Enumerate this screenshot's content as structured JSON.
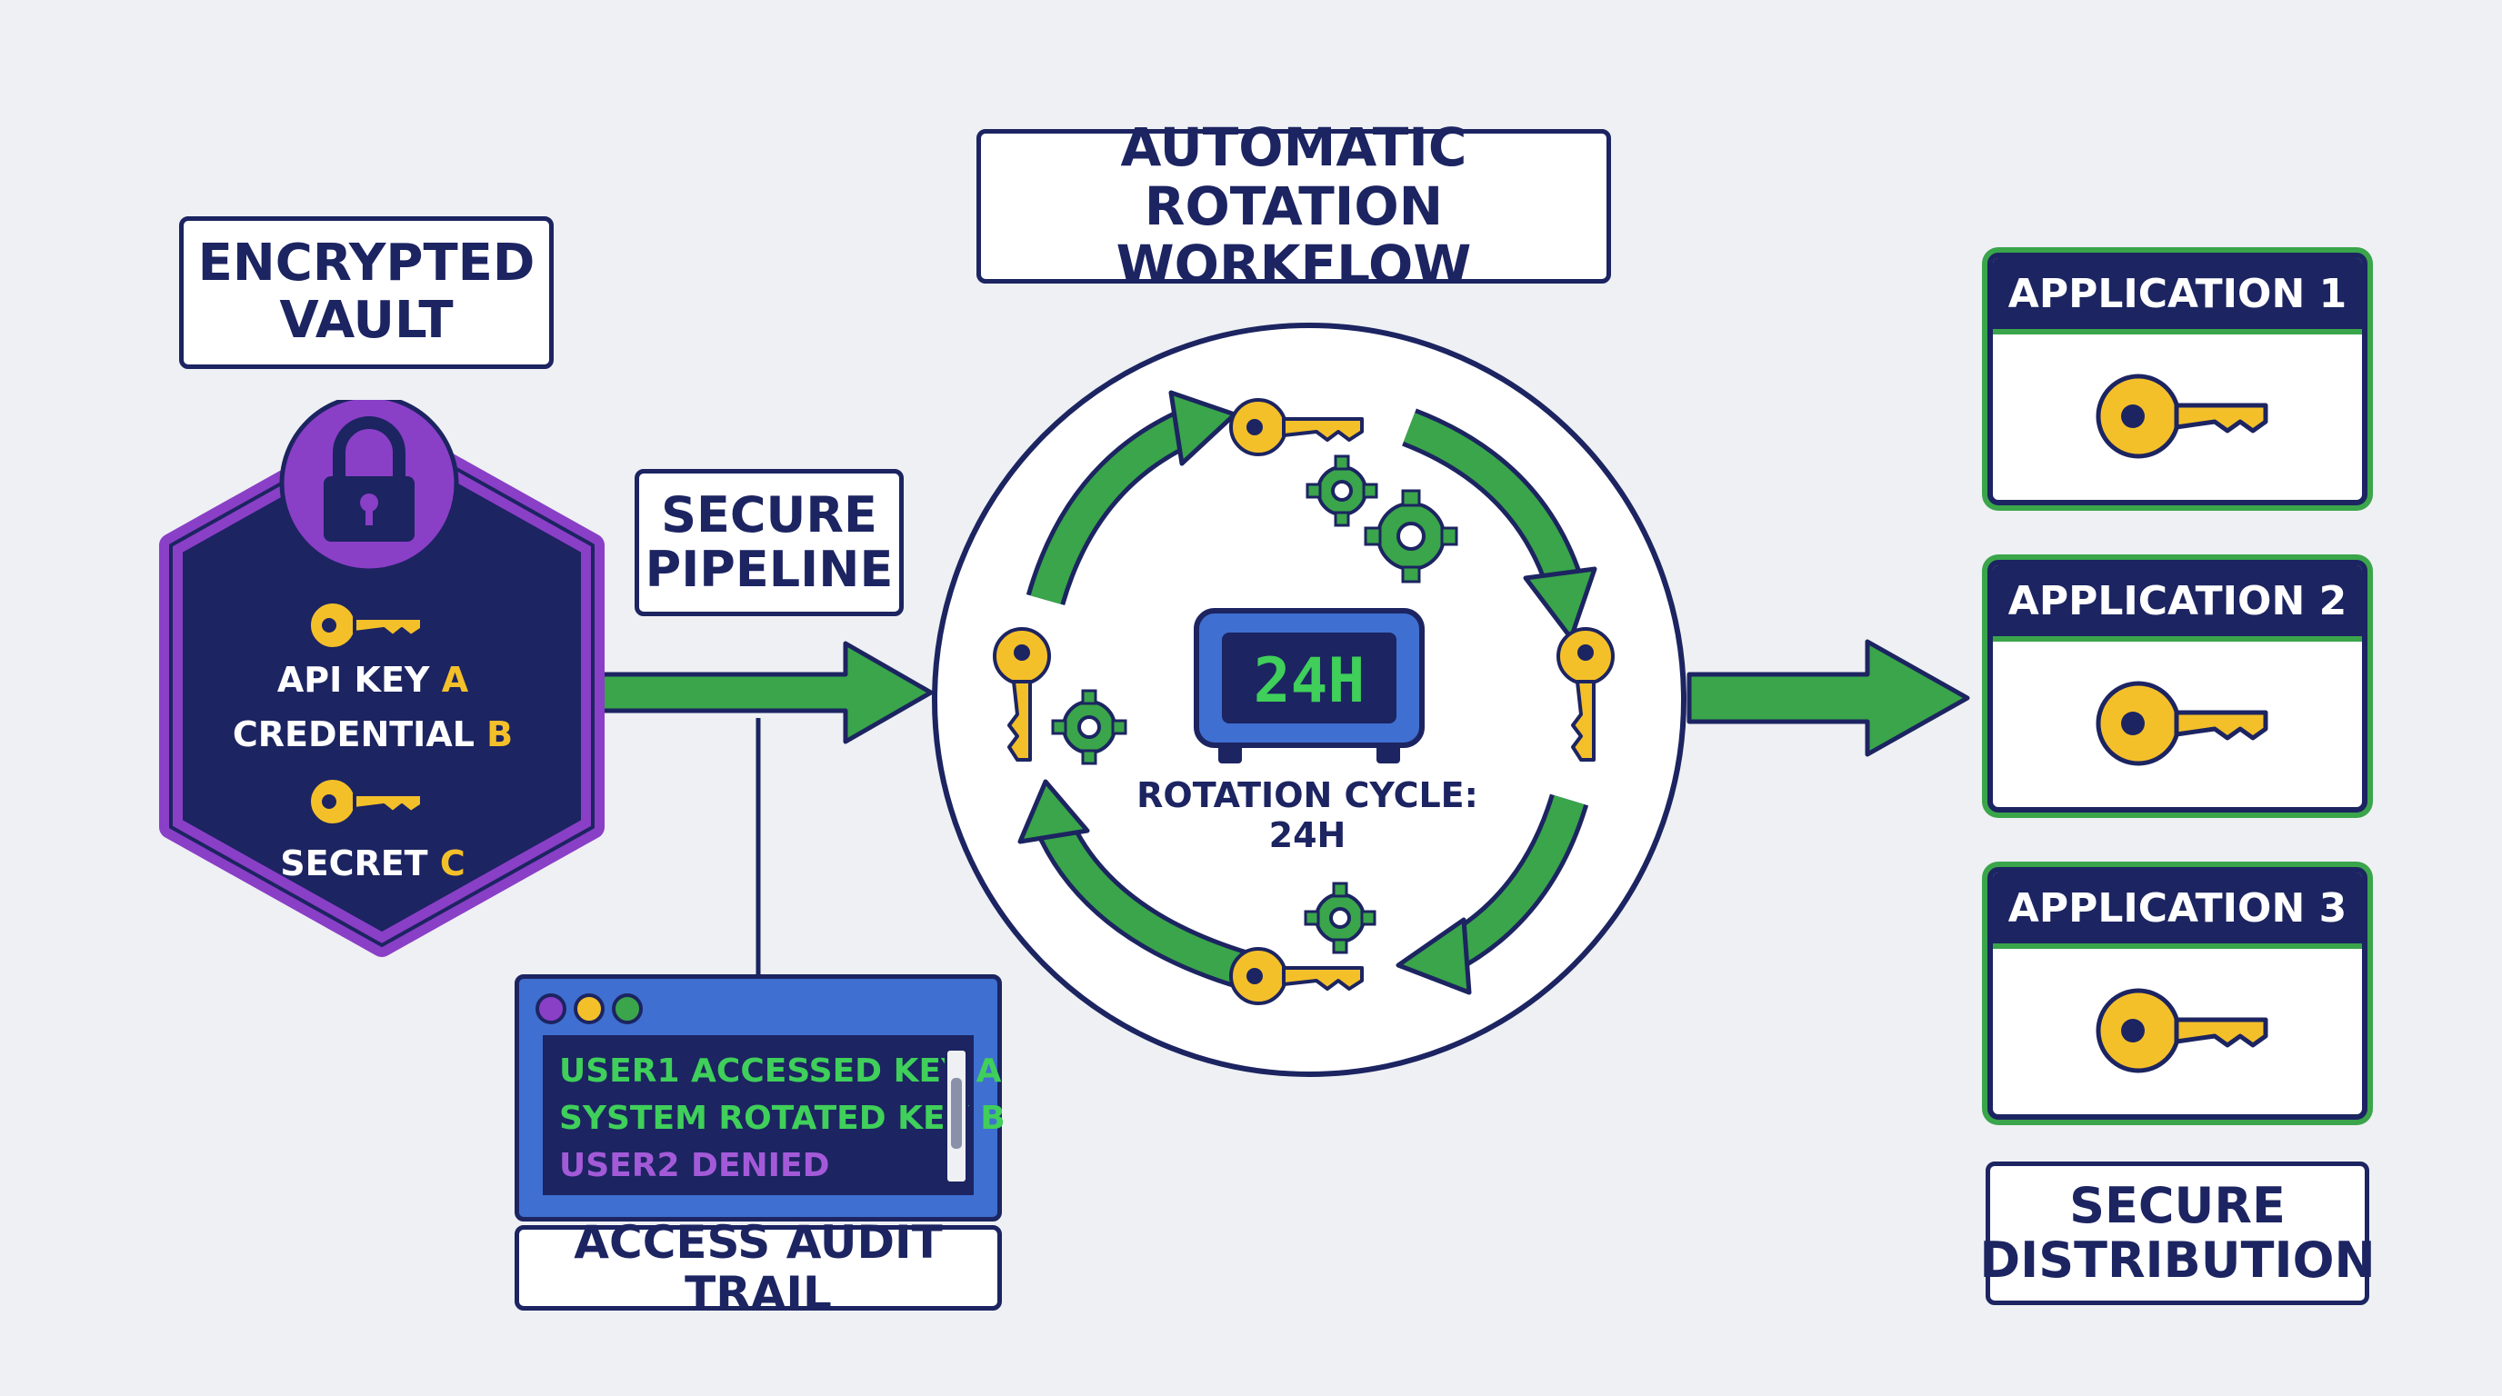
{
  "vault": {
    "title_line1": "ENCRYPTED",
    "title_line2": "VAULT",
    "items": [
      {
        "text": "API KEY",
        "accent": "A"
      },
      {
        "text": "CREDENTIAL",
        "accent": "B"
      },
      {
        "text": "SECRET",
        "accent": "C"
      }
    ],
    "icons": [
      "padlock-icon",
      "key-icon",
      "key-icon"
    ]
  },
  "pipeline": {
    "line1": "SECURE",
    "line2": "PIPELINE"
  },
  "workflow": {
    "title_line1": "AUTOMATIC ROTATION",
    "title_line2": "WORKFLOW",
    "clock_display": "24H",
    "caption_line1": "ROTATION CYCLE:",
    "caption_line2": "24H"
  },
  "audit": {
    "title": "ACCESS AUDIT TRAIL",
    "logs": [
      {
        "text": "USER1 ACCESSED KEY A",
        "color": "#3fcf5a"
      },
      {
        "text": "SYSTEM ROTATED KEY B",
        "color": "#3fcf5a"
      },
      {
        "text": "USER2 DENIED",
        "color": "#a35ad8"
      }
    ]
  },
  "applications": [
    {
      "label": "APPLICATION 1"
    },
    {
      "label": "APPLICATION 2"
    },
    {
      "label": "APPLICATION 3"
    }
  ],
  "distribution": {
    "line1": "SECURE",
    "line2": "DISTRIBUTION"
  },
  "colors": {
    "navy": "#1c2461",
    "green": "#3aa54a",
    "purple": "#8a3fc7",
    "gold": "#f4c02a",
    "background": "#eef0f3",
    "console_blue": "#3f6fd0"
  }
}
